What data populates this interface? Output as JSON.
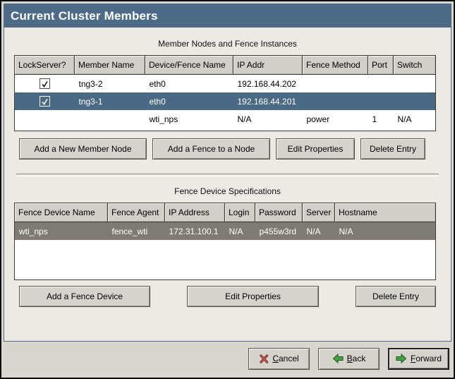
{
  "window": {
    "title": "Current Cluster Members"
  },
  "colors": {
    "titlebar": "#4d6b87",
    "selected_row": "#4a6984",
    "unfocused_selected_row": "#7f7b73",
    "panel_bg": "#edeae4",
    "window_bg": "#d9d6d0",
    "button_face": "#d6d3cc",
    "cancel_icon_red": "#a84545",
    "arrow_icon_green": "#46a046"
  },
  "member_section": {
    "title": "Member Nodes and Fence Instances",
    "columns": [
      "LockServer?",
      "Member Name",
      "Device/Fence Name",
      "IP Addr",
      "Fence Method",
      "Port",
      "Switch"
    ],
    "rows": [
      {
        "lockserver_checked": true,
        "selected": false,
        "cells": [
          "",
          "tng3-2",
          "eth0",
          "192.168.44.202",
          "",
          "",
          ""
        ]
      },
      {
        "lockserver_checked": true,
        "selected": true,
        "cells": [
          "",
          "tng3-1",
          "eth0",
          "192.168.44.201",
          "",
          "",
          ""
        ]
      },
      {
        "lockserver_checked": false,
        "selected": false,
        "cells": [
          "",
          "",
          "wti_nps",
          "N/A",
          "power",
          "1",
          "N/A"
        ]
      }
    ],
    "buttons": [
      "Add a New Member Node",
      "Add a Fence to a Node",
      "Edit Properties",
      "Delete Entry"
    ]
  },
  "fence_section": {
    "title": "Fence Device Specifications",
    "columns": [
      "Fence Device Name",
      "Fence Agent",
      "IP Address",
      "Login",
      "Password",
      "Server",
      "Hostname"
    ],
    "rows": [
      {
        "selected": true,
        "cells": [
          "wti_nps",
          "fence_wti",
          "172.31.100.1",
          "N/A",
          "p455w3rd",
          "N/A",
          "N/A"
        ]
      }
    ],
    "buttons": [
      "Add a Fence Device",
      "Edit Properties",
      "Delete Entry"
    ]
  },
  "footer": {
    "cancel": {
      "mnemonic": "C",
      "rest": "ancel"
    },
    "back": {
      "mnemonic": "B",
      "rest": "ack"
    },
    "forward": {
      "mnemonic": "F",
      "rest": "orward"
    }
  }
}
